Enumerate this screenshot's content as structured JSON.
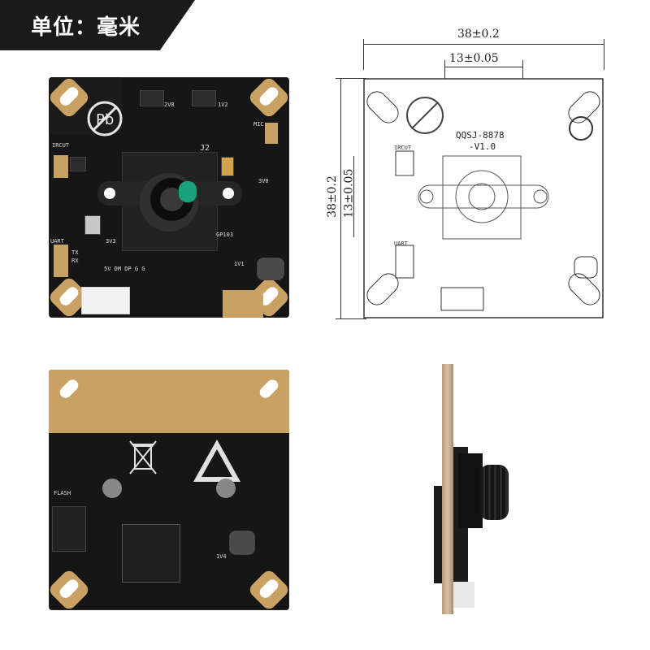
{
  "unit_label": "单位：毫米",
  "front_board": {
    "silkscreen": [
      "2V8",
      "1V2",
      "MIC",
      "IRCUT",
      "J2",
      "3V3",
      "UART",
      "TX",
      "RX",
      "5V DM DP G G",
      "1V1",
      "3V0",
      "GP103"
    ]
  },
  "drawing": {
    "width_dim": "38±0.2",
    "inner_width_dim": "13±0.05",
    "height_dim": "38±0.2",
    "inner_height_dim": "13±0.05",
    "model": "QQSJ-8878",
    "version": "-V1.0",
    "labels": [
      "IRCUT",
      "UART"
    ]
  },
  "back_board": {
    "silkscreen": [
      "FLASH",
      "1V4"
    ]
  },
  "colors": {
    "pcb": "#161616",
    "gold": "#c9a263",
    "banner": "#1a1a1a",
    "lens_accent": "#1aa37a"
  }
}
